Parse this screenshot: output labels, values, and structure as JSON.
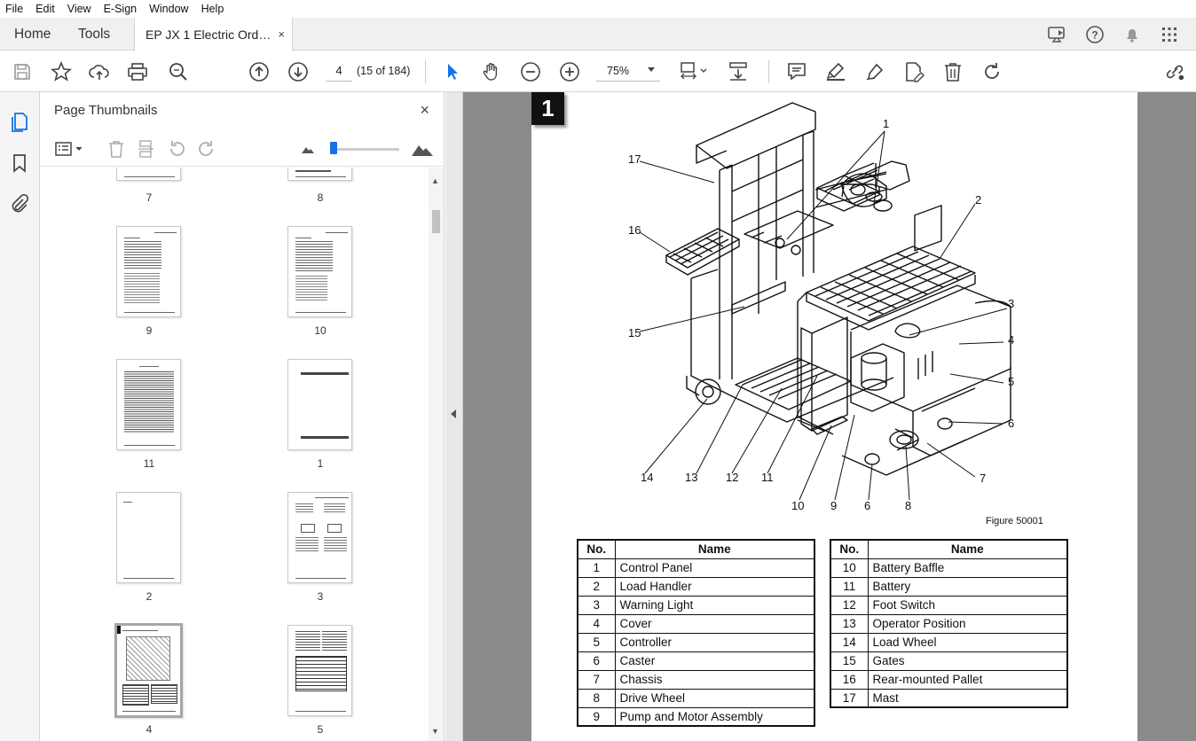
{
  "menu": [
    "File",
    "Edit",
    "View",
    "E-Sign",
    "Window",
    "Help"
  ],
  "tabs": {
    "home": "Home",
    "tools": "Tools",
    "document": "EP JX 1 Electric Ord…",
    "close": "×"
  },
  "toolbar": {
    "page_input": "4",
    "page_count": "(15 of 184)",
    "zoom": "75%"
  },
  "panel": {
    "title": "Page Thumbnails",
    "close": "×",
    "thumbs": [
      {
        "label": "7"
      },
      {
        "label": "8"
      },
      {
        "label": "9"
      },
      {
        "label": "10"
      },
      {
        "label": "11"
      },
      {
        "label": "1"
      },
      {
        "label": "2"
      },
      {
        "label": "3"
      },
      {
        "label": "4"
      },
      {
        "label": "5"
      }
    ]
  },
  "document": {
    "figure_badge": "1",
    "figure_caption": "Figure 50001",
    "callouts": [
      "1",
      "2",
      "3",
      "4",
      "5",
      "6",
      "7",
      "17",
      "16",
      "15",
      "14",
      "13",
      "12",
      "11",
      "10",
      "9",
      "6",
      "8"
    ],
    "table_headers": {
      "no": "No.",
      "name": "Name"
    },
    "left_table": [
      {
        "no": "1",
        "name": "Control Panel"
      },
      {
        "no": "2",
        "name": "Load Handler"
      },
      {
        "no": "3",
        "name": "Warning Light"
      },
      {
        "no": "4",
        "name": "Cover"
      },
      {
        "no": "5",
        "name": "Controller"
      },
      {
        "no": "6",
        "name": "Caster"
      },
      {
        "no": "7",
        "name": "Chassis"
      },
      {
        "no": "8",
        "name": "Drive Wheel"
      },
      {
        "no": "9",
        "name": "Pump and Motor Assembly"
      }
    ],
    "right_table": [
      {
        "no": "10",
        "name": "Battery Baffle"
      },
      {
        "no": "11",
        "name": "Battery"
      },
      {
        "no": "12",
        "name": "Foot Switch"
      },
      {
        "no": "13",
        "name": "Operator Position"
      },
      {
        "no": "14",
        "name": "Load Wheel"
      },
      {
        "no": "15",
        "name": "Gates"
      },
      {
        "no": "16",
        "name": "Rear-mounted Pallet"
      },
      {
        "no": "17",
        "name": "Mast"
      }
    ]
  },
  "colors": {
    "accent": "#1473e6",
    "doc_bg": "#8a8a8a"
  }
}
